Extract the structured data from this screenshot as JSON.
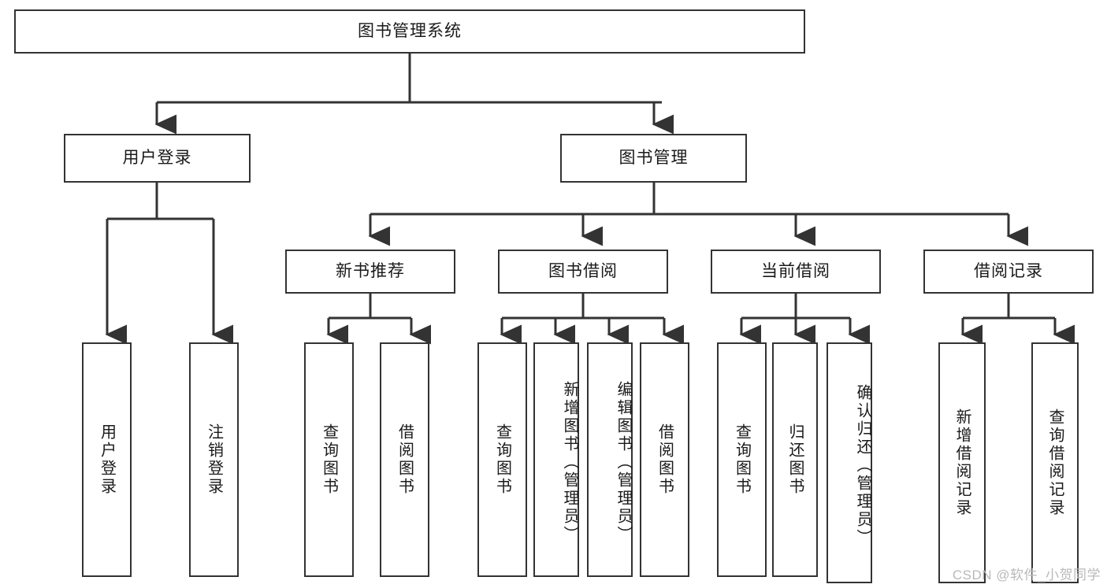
{
  "diagram": {
    "title": "图书管理系统",
    "type": "tree",
    "colors": {
      "box_border": "#333333",
      "box_fill": "#ffffff",
      "connector": "#333333",
      "text": "#1a1a1a",
      "watermark": "#b9b9bd",
      "background": "#ffffff"
    },
    "levels": {
      "root": {
        "label": "图书管理系统"
      },
      "level2": [
        {
          "label": "用户登录"
        },
        {
          "label": "图书管理"
        }
      ],
      "level3": [
        {
          "label": "新书推荐"
        },
        {
          "label": "图书借阅"
        },
        {
          "label": "当前借阅"
        },
        {
          "label": "借阅记录"
        }
      ],
      "leaves": {
        "user_login": [
          {
            "label": "用户登录"
          },
          {
            "label": "注销登录"
          }
        ],
        "new_book_recommend": [
          {
            "label": "查询图书"
          },
          {
            "label": "借阅图书"
          }
        ],
        "book_borrow": [
          {
            "label": "查询图书"
          },
          {
            "label": "新增图书（管理员）"
          },
          {
            "label": "编辑图书（管理员）"
          },
          {
            "label": "借阅图书"
          }
        ],
        "current_borrow": [
          {
            "label": "查询图书"
          },
          {
            "label": "归还图书"
          },
          {
            "label": "确认归还（管理员）"
          }
        ],
        "borrow_record": [
          {
            "label": "新增借阅记录"
          },
          {
            "label": "查询借阅记录"
          }
        ]
      }
    }
  },
  "watermark": {
    "text": "CSDN @软件_小贺同学"
  }
}
